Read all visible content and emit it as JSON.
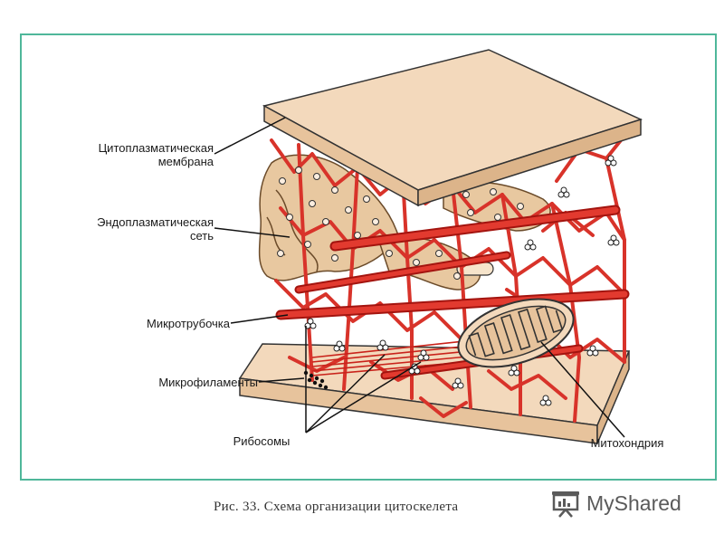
{
  "labels": {
    "membrane_line1": "Цитоплазматическая",
    "membrane_line2": "мембрана",
    "er_line1": "Эндоплазматическая",
    "er_line2": "сеть",
    "microtubule": "Микротрубочка",
    "microfilaments": "Микрофиламенты",
    "ribosomes": "Рибосомы",
    "mitochondrion": "Митохондрия"
  },
  "caption": "Рис. 33. Схема организации цитоскелета",
  "logo": {
    "text": "MyShared",
    "icon": "presentation-board-icon"
  },
  "colors": {
    "frame": "#4fb79a",
    "membrane": "#f3d9bc",
    "filament": "#d8332a",
    "er": "#e8c8a0",
    "text": "#1a1a1a"
  }
}
